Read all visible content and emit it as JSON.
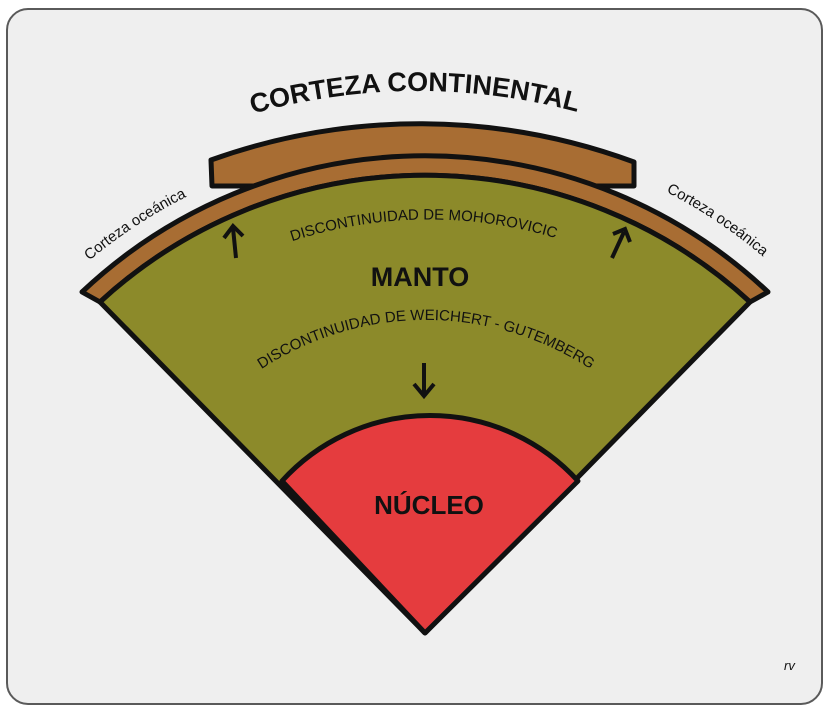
{
  "labels": {
    "continental_crust": "CORTEZA CONTINENTAL",
    "oceanic_crust_left": "Corteza oceánica",
    "oceanic_crust_right": "Corteza oceánica",
    "moho": "DISCONTINUIDAD DE MOHOROVICIC",
    "mantle": "MANTO",
    "gutenberg": "DISCONTINUIDAD DE WEICHERT - GUTEMBERG",
    "core": "NÚCLEO",
    "signature": "rv"
  },
  "colors": {
    "crust": "#a86d33",
    "mantle": "#8c8a2a",
    "core": "#e53c3e",
    "outline": "#111111",
    "background": "#efefef"
  }
}
